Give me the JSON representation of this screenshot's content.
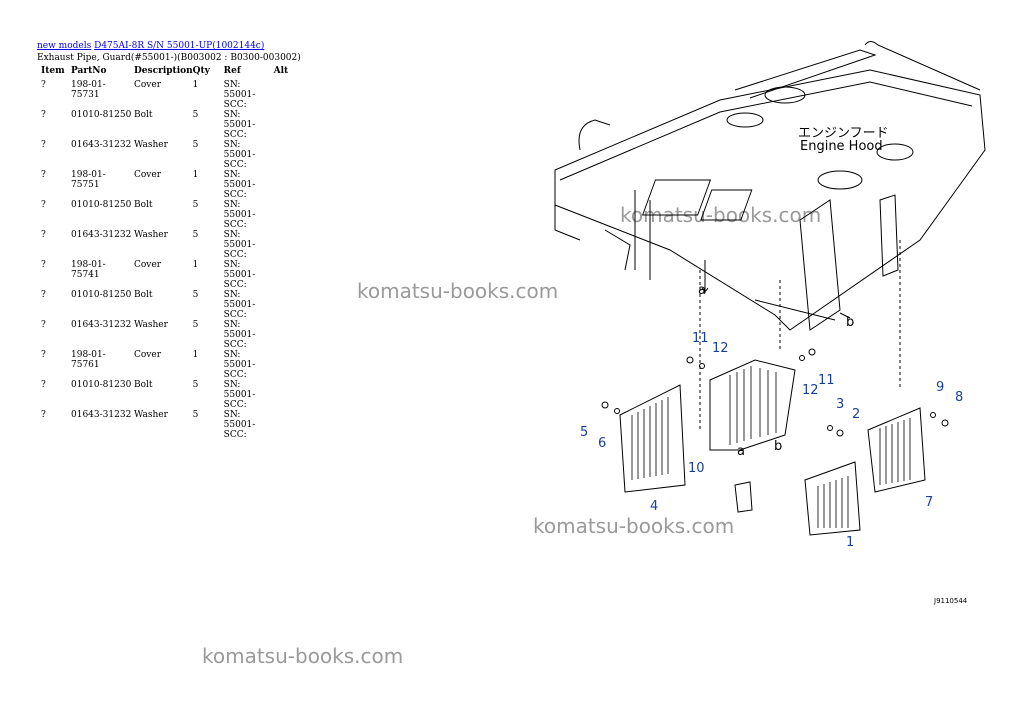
{
  "breadcrumb": {
    "link1": "new models",
    "link2": "D475AI-8R S/N 55001-UP(1002144c)"
  },
  "subtitle": "Exhaust Pipe, Guard(#55001-)(B003002 : B0300-003002)",
  "table": {
    "headers": [
      "Item",
      "PartNo",
      "Description",
      "Qty",
      "Ref",
      "Alt"
    ],
    "rows": [
      [
        "?",
        "198-01-75731",
        "Cover",
        "1",
        "SN: 55001-SCC:",
        ""
      ],
      [
        "?",
        "01010-81250",
        "Bolt",
        "5",
        "SN: 55001-SCC:",
        ""
      ],
      [
        "?",
        "01643-31232",
        "Washer",
        "5",
        "SN: 55001-SCC:",
        ""
      ],
      [
        "?",
        "198-01-75751",
        "Cover",
        "1",
        "SN: 55001-SCC:",
        ""
      ],
      [
        "?",
        "01010-81250",
        "Bolt",
        "5",
        "SN: 55001-SCC:",
        ""
      ],
      [
        "?",
        "01643-31232",
        "Washer",
        "5",
        "SN: 55001-SCC:",
        ""
      ],
      [
        "?",
        "198-01-75741",
        "Cover",
        "1",
        "SN: 55001-SCC:",
        ""
      ],
      [
        "?",
        "01010-81250",
        "Bolt",
        "5",
        "SN: 55001-SCC:",
        ""
      ],
      [
        "?",
        "01643-31232",
        "Washer",
        "5",
        "SN: 55001-SCC:",
        ""
      ],
      [
        "?",
        "198-01-75761",
        "Cover",
        "1",
        "SN: 55001-SCC:",
        ""
      ],
      [
        "?",
        "01010-81230",
        "Bolt",
        "5",
        "SN: 55001-SCC:",
        ""
      ],
      [
        "?",
        "01643-31232",
        "Washer",
        "5",
        "SN: 55001-SCC:",
        ""
      ]
    ]
  },
  "watermarks": [
    "komatsu-books.com",
    "komatsu-books.com",
    "komatsu-books.com",
    "komatsu-books.com"
  ],
  "diagram": {
    "hood_label_jp": "エンジンフード",
    "hood_label_en": "Engine Hood",
    "callouts": [
      "1",
      "2",
      "3",
      "4",
      "5",
      "6",
      "7",
      "8",
      "9",
      "10",
      "11",
      "12",
      "11",
      "12"
    ],
    "view_letters": [
      "a",
      "b",
      "a",
      "b"
    ],
    "figure_code": "J9110544"
  }
}
